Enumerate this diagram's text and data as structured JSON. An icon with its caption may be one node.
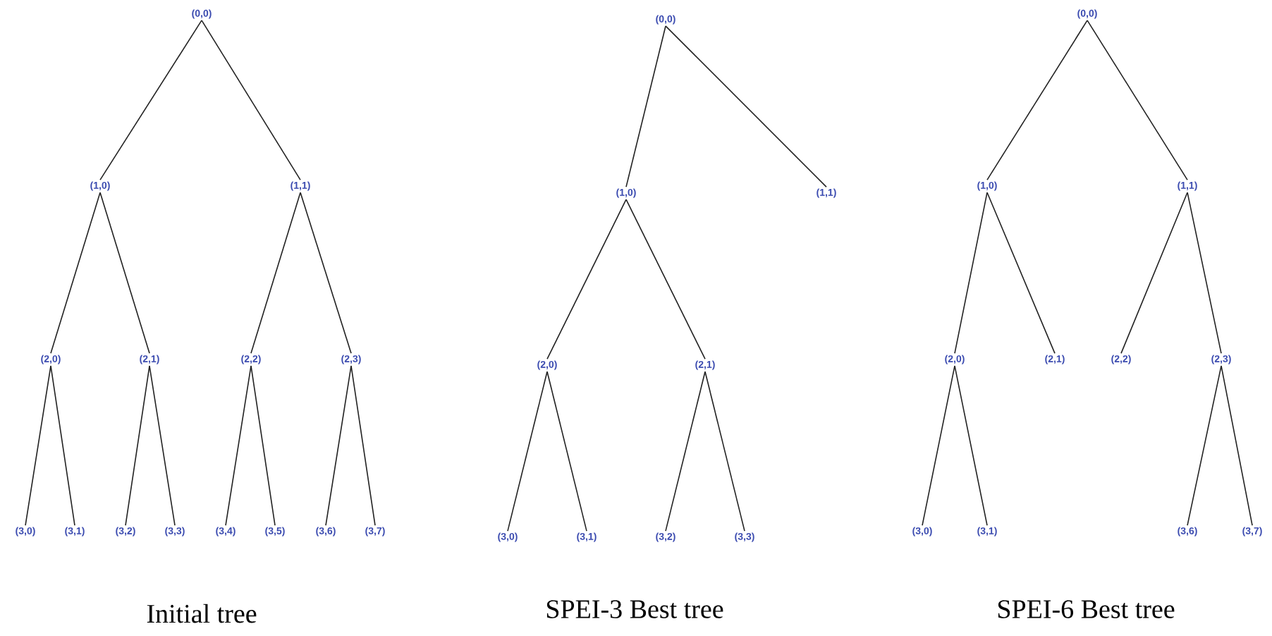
{
  "diagram": {
    "nodes": [
      {
        "text": [
          "(0,0)"
        ]
      },
      {
        "text": [
          "(1,0)"
        ]
      },
      {
        "text": [
          "(1,1)"
        ]
      },
      {
        "text": [
          "(2,0)"
        ]
      },
      {
        "text": [
          "(2,1)"
        ]
      },
      {
        "text": [
          "(2,2)"
        ]
      },
      {
        "text": [
          "(2,3)"
        ]
      },
      {
        "text": [
          "(3,0)"
        ]
      },
      {
        "text": [
          "(3,1)"
        ]
      },
      {
        "text": [
          "(3,2)"
        ]
      },
      {
        "text": [
          "(3,3)"
        ]
      },
      {
        "text": [
          "(3,4)"
        ]
      },
      {
        "text": [
          "(3,5)"
        ]
      },
      {
        "text": [
          "(3,6)"
        ]
      },
      {
        "text": [
          "(3,7)"
        ]
      },
      {
        "text": [
          "(0,0)"
        ]
      },
      {
        "text": [
          "(1,0)"
        ]
      },
      {
        "text": [
          "(1,1)"
        ]
      },
      {
        "text": [
          "(2,0)"
        ]
      },
      {
        "text": [
          "(2,1)"
        ]
      },
      {
        "text": [
          "(3,0)"
        ]
      },
      {
        "text": [
          "(3,1)"
        ]
      },
      {
        "text": [
          "(3,2)"
        ]
      },
      {
        "text": [
          "(3,3)"
        ]
      },
      {
        "text": [
          "(0,0)"
        ]
      },
      {
        "text": [
          "(1,0)"
        ]
      },
      {
        "text": [
          "(1,1)"
        ]
      },
      {
        "text": [
          "(2,0)"
        ]
      },
      {
        "text": [
          "(2,1)"
        ]
      },
      {
        "text": [
          "(2,2)"
        ]
      },
      {
        "text": [
          "(2,3)"
        ]
      },
      {
        "text": [
          "(3,0)"
        ]
      },
      {
        "text": [
          "(3,1)"
        ]
      },
      {
        "text": [
          "(3,6)"
        ]
      },
      {
        "text": [
          "(3,7)"
        ]
      }
    ],
    "edges": [
      {
        "from": 0,
        "to": 1,
        "arrow": "none"
      },
      {
        "from": 0,
        "to": 2,
        "arrow": "none"
      },
      {
        "from": 1,
        "to": 3,
        "arrow": "none"
      },
      {
        "from": 1,
        "to": 4,
        "arrow": "none"
      },
      {
        "from": 2,
        "to": 5,
        "arrow": "none"
      },
      {
        "from": 2,
        "to": 6,
        "arrow": "none"
      },
      {
        "from": 3,
        "to": 7,
        "arrow": "none"
      },
      {
        "from": 3,
        "to": 8,
        "arrow": "none"
      },
      {
        "from": 4,
        "to": 9,
        "arrow": "none"
      },
      {
        "from": 4,
        "to": 10,
        "arrow": "none"
      },
      {
        "from": 5,
        "to": 11,
        "arrow": "none"
      },
      {
        "from": 5,
        "to": 12,
        "arrow": "none"
      },
      {
        "from": 6,
        "to": 13,
        "arrow": "none"
      },
      {
        "from": 6,
        "to": 14,
        "arrow": "none"
      },
      {
        "from": 15,
        "to": 16,
        "arrow": "none"
      },
      {
        "from": 15,
        "to": 17,
        "arrow": "none"
      },
      {
        "from": 16,
        "to": 18,
        "arrow": "none"
      },
      {
        "from": 16,
        "to": 19,
        "arrow": "none"
      },
      {
        "from": 18,
        "to": 20,
        "arrow": "none"
      },
      {
        "from": 18,
        "to": 21,
        "arrow": "none"
      },
      {
        "from": 19,
        "to": 22,
        "arrow": "none"
      },
      {
        "from": 19,
        "to": 23,
        "arrow": "none"
      },
      {
        "from": 24,
        "to": 25,
        "arrow": "none"
      },
      {
        "from": 24,
        "to": 26,
        "arrow": "none"
      },
      {
        "from": 25,
        "to": 27,
        "arrow": "none"
      },
      {
        "from": 25,
        "to": 28,
        "arrow": "none"
      },
      {
        "from": 26,
        "to": 29,
        "arrow": "none"
      },
      {
        "from": 26,
        "to": 30,
        "arrow": "none"
      },
      {
        "from": 27,
        "to": 31,
        "arrow": "none"
      },
      {
        "from": 27,
        "to": 32,
        "arrow": "none"
      },
      {
        "from": 30,
        "to": 33,
        "arrow": "none"
      },
      {
        "from": 30,
        "to": 34,
        "arrow": "none"
      }
    ],
    "labels": [
      "Initial tree",
      "SPEI-3 Best tree",
      "SPEI-6 Best tree"
    ]
  }
}
